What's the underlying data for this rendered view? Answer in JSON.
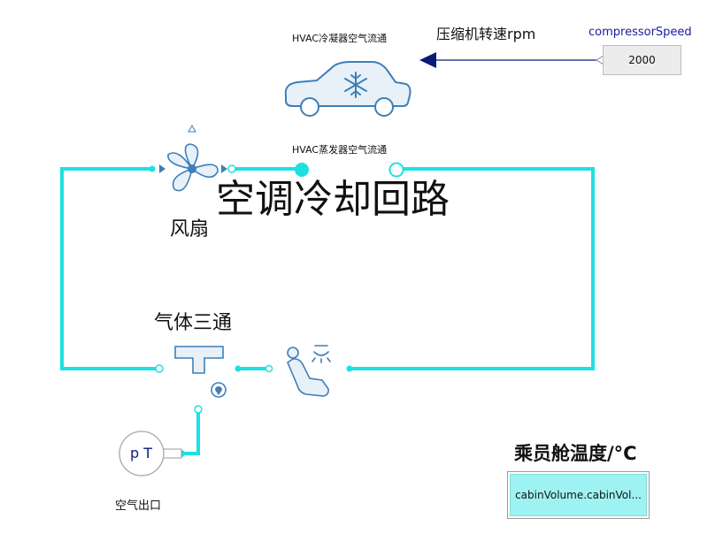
{
  "diagram": {
    "title": "空调冷却回路",
    "condenser_label": "HVAC冷凝器空气流通",
    "evaporator_label": "HVAC蒸发器空气流通",
    "compressor_rpm_label": "压缩机转速rpm",
    "compressor_speed_label": "compressorSpeed",
    "compressor_speed_value": "2000",
    "fan_label": "风扇",
    "tee_label": "气体三通",
    "pt_sensor_label": "p T",
    "air_outlet_label": "空气出口",
    "cabin_temp_label": "乘员舱温度/°C",
    "cabin_temp_value": "cabinVolume.cabinVol..."
  },
  "colors": {
    "pipe": "#1fe0e0",
    "icon_blue": "#3d7fb8",
    "icon_fill": "#e8f0f8",
    "arrow": "#0a1a7a",
    "display_bg": "#9ff2f2"
  },
  "icons": [
    "snowflake-icon",
    "car-icon",
    "fan-icon",
    "seat-icon",
    "tee-icon",
    "pressure-temperature-sensor-icon"
  ]
}
